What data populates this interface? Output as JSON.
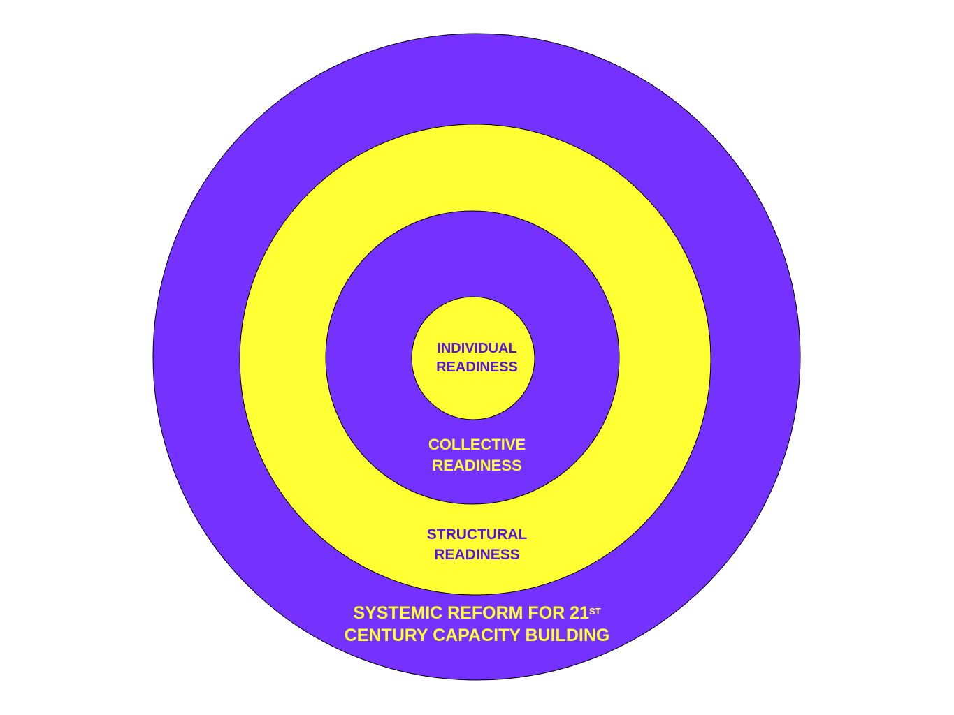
{
  "colors": {
    "purple": "#7431ff",
    "yellow": "#ffff33",
    "label_dark": "#5a16d8",
    "outline": "#000000"
  },
  "rings": [
    {
      "id": "systemic",
      "fill": "purple"
    },
    {
      "id": "structural",
      "fill": "yellow"
    },
    {
      "id": "collective",
      "fill": "purple"
    },
    {
      "id": "individual",
      "fill": "yellow"
    }
  ],
  "labels": {
    "individual": {
      "line1": "INDIVIDUAL",
      "line2": "READINESS"
    },
    "collective": {
      "line1": "COLLECTIVE",
      "line2": "READINESS"
    },
    "structural": {
      "line1": "STRUCTURAL",
      "line2": "READINESS"
    },
    "systemic": {
      "line1": "SYSTEMIC REFORM FOR 21",
      "line1_sup": "ST",
      "line2": "CENTURY CAPACITY BUILDING"
    }
  }
}
